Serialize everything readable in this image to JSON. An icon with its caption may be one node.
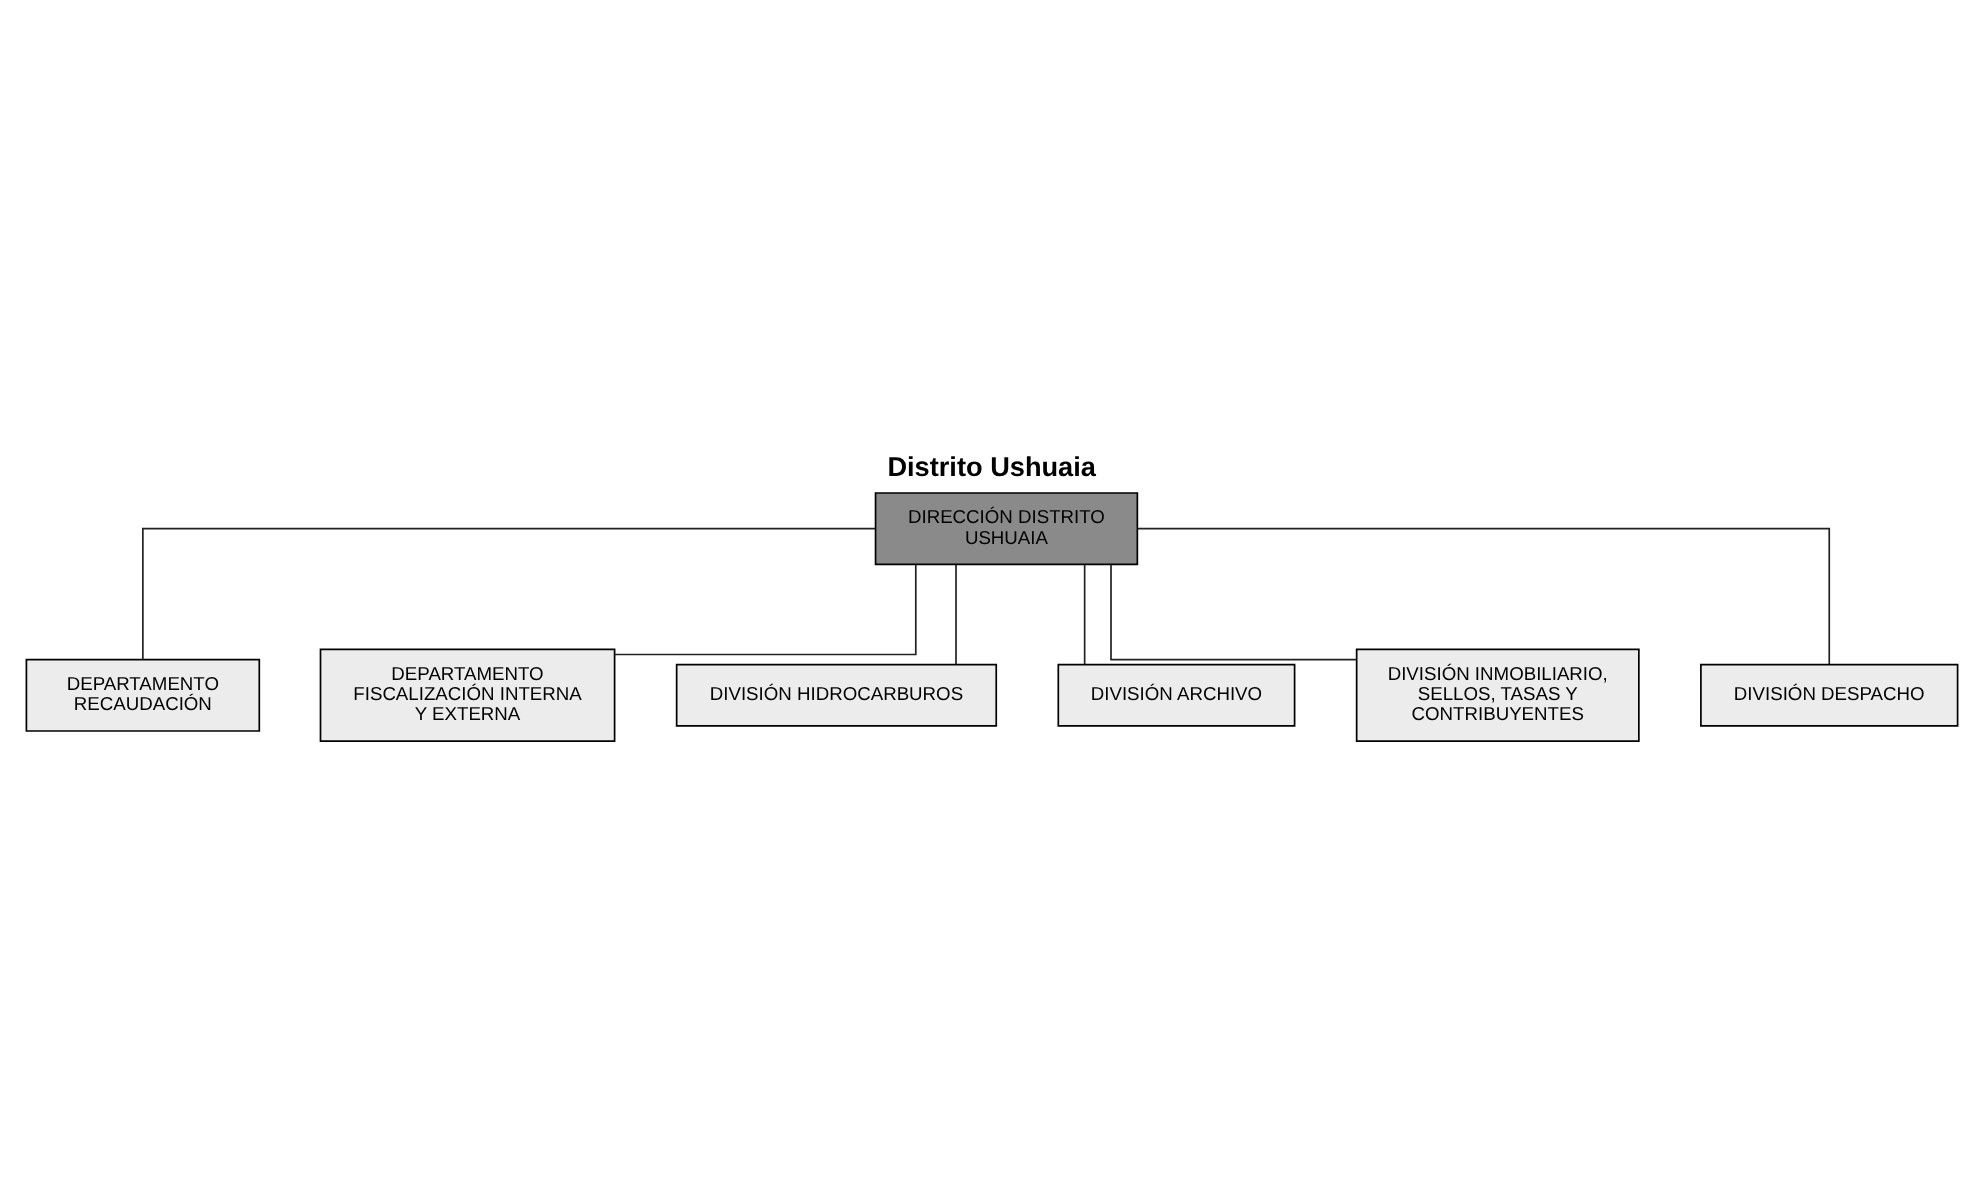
{
  "diagram": {
    "title": "Distrito Ushuaia",
    "nodes": [
      {
        "text": [
          "DIRECCIÓN DISTRITO USHUAIA"
        ]
      },
      {
        "text": [
          "DEPARTAMENTO RECAUDACIÓN"
        ]
      },
      {
        "text": [
          "DEPARTAMENTO FISCALIZACIÓN INTERNA Y EXTERNA"
        ]
      },
      {
        "text": [
          "DIVISIÓN HIDROCARBUROS"
        ]
      },
      {
        "text": [
          "DIVISIÓN ARCHIVO"
        ]
      },
      {
        "text": [
          "DIVISIÓN INMOBILIARIO, SELLOS, TASAS Y CONTRIBUYENTES"
        ]
      },
      {
        "text": [
          "DIVISIÓN DESPACHO"
        ]
      }
    ],
    "edges": [
      {
        "from": 0,
        "to": 1,
        "arrow": "none"
      },
      {
        "from": 0,
        "to": 2,
        "arrow": "none"
      },
      {
        "from": 0,
        "to": 3,
        "arrow": "none"
      },
      {
        "from": 0,
        "to": 4,
        "arrow": "none"
      },
      {
        "from": 0,
        "to": 5,
        "arrow": "none"
      },
      {
        "from": 0,
        "to": 6,
        "arrow": "none"
      }
    ]
  }
}
